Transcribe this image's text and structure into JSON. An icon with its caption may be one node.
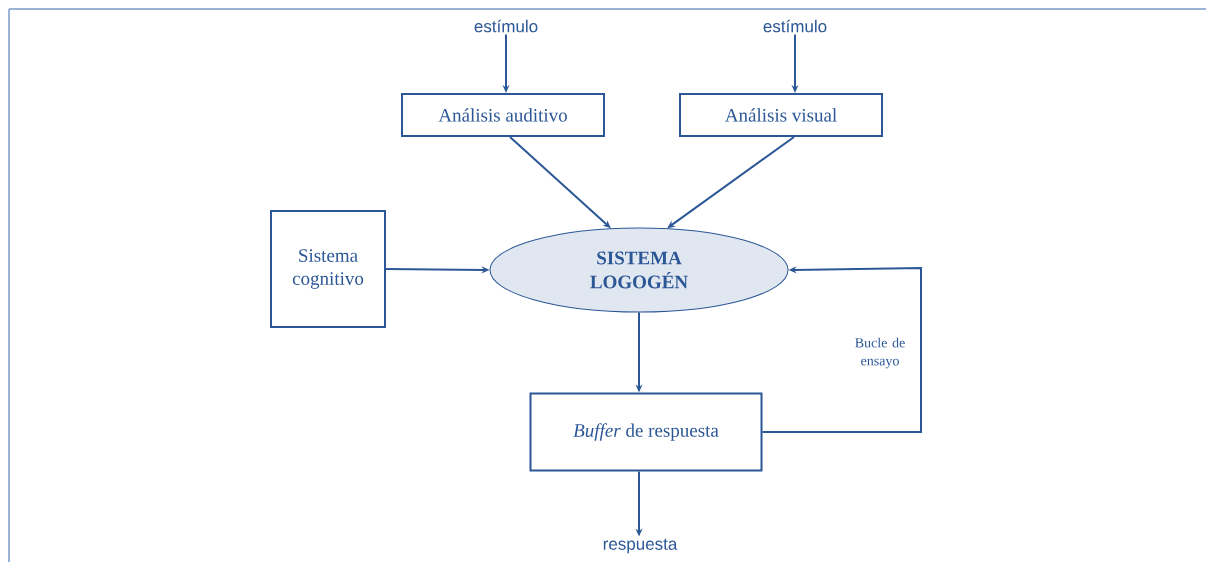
{
  "diagram": {
    "nodes": [
      {
        "text": [
          "estímulo"
        ]
      },
      {
        "text": [
          "estímulo"
        ]
      },
      {
        "text": [
          "Análisis auditivo"
        ]
      },
      {
        "text": [
          "Análisis visual"
        ]
      },
      {
        "text": [
          "Sistema cognitivo"
        ]
      },
      {
        "text": [
          "SISTEMA LOGOGÉN"
        ]
      },
      {
        "text": [
          "*Buffer* de respuesta"
        ]
      },
      {
        "text": [
          "respuesta"
        ]
      }
    ],
    "edges": [
      {
        "from": 0,
        "to": 2,
        "arrow": "to"
      },
      {
        "from": 1,
        "to": 3,
        "arrow": "to"
      },
      {
        "from": 2,
        "to": 5,
        "arrow": "to"
      },
      {
        "from": 3,
        "to": 5,
        "arrow": "to"
      },
      {
        "from": 4,
        "to": 5,
        "arrow": "to"
      },
      {
        "from": 5,
        "to": 6,
        "arrow": "to"
      },
      {
        "from": 6,
        "to": 5,
        "arrow": "to",
        "label": "Bucle de ensayo"
      },
      {
        "from": 6,
        "to": 7,
        "arrow": "to"
      }
    ]
  }
}
